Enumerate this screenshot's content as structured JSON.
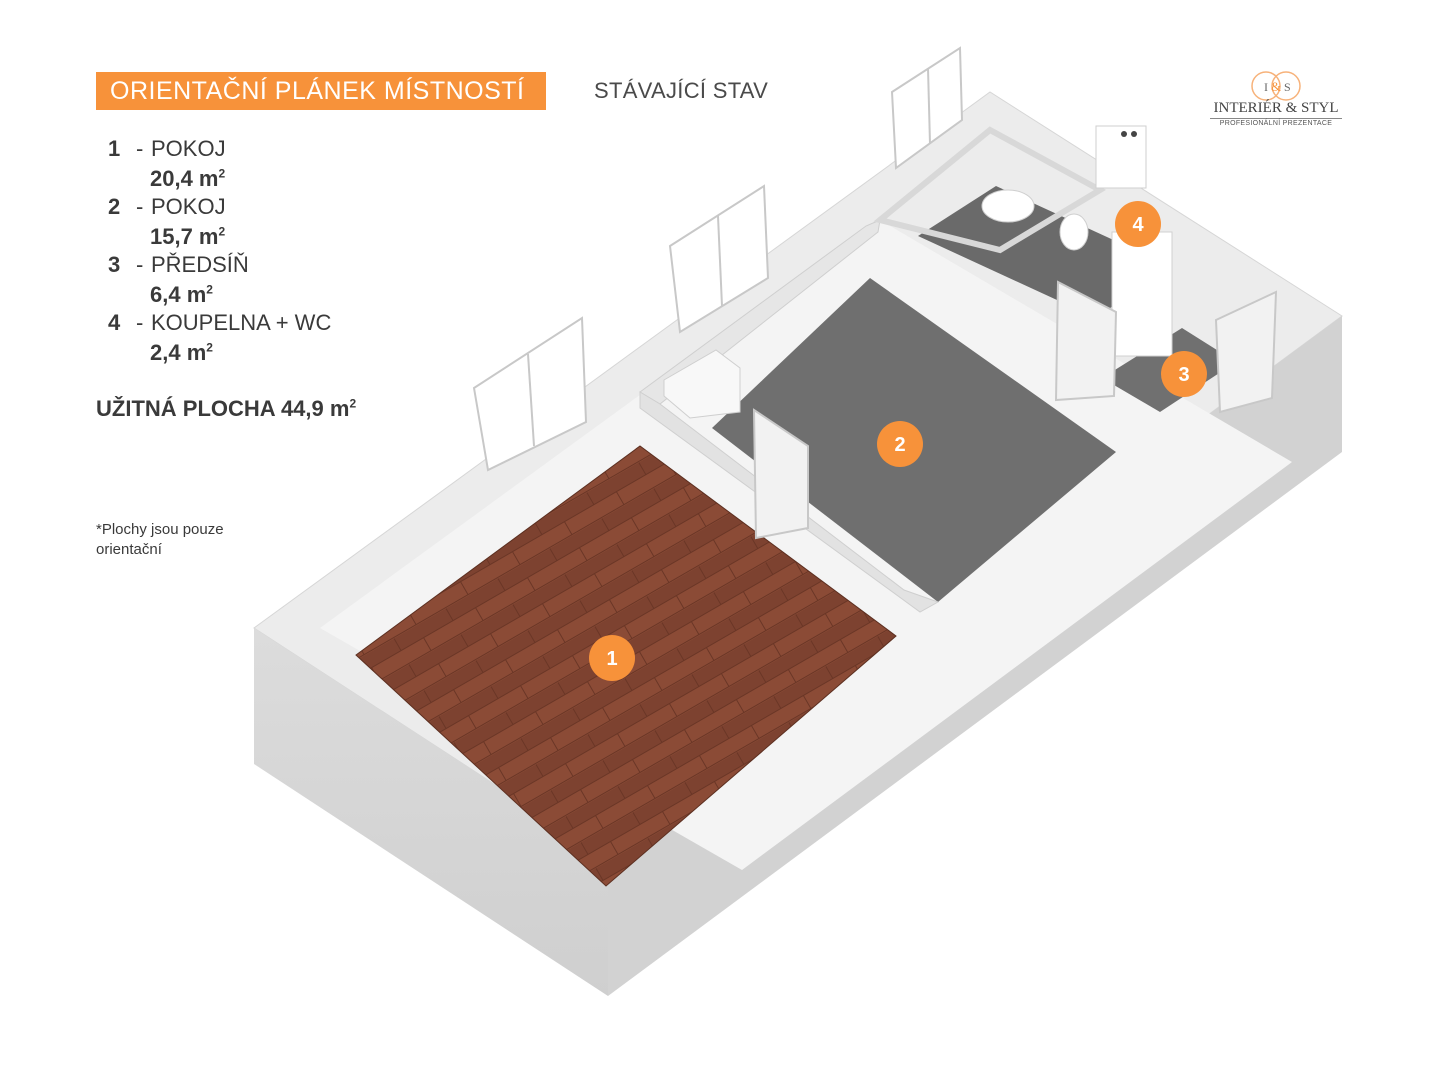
{
  "header": {
    "title": "ORIENTAČNÍ PLÁNEK MÍSTNOSTÍ",
    "subtitle": "STÁVAJÍCÍ STAV"
  },
  "logo": {
    "name": "INTERIÉR & STYL",
    "tagline": "PROFESIONÁLNÍ PREZENTACE",
    "monogram": "I&S"
  },
  "rooms": [
    {
      "number": "1",
      "name": "POKOJ",
      "area": "20,4 m",
      "unit_sup": "2"
    },
    {
      "number": "2",
      "name": "POKOJ",
      "area": "15,7 m",
      "unit_sup": "2"
    },
    {
      "number": "3",
      "name": "PŘEDSÍŇ",
      "area": "6,4 m",
      "unit_sup": "2"
    },
    {
      "number": "4",
      "name": "KOUPELNA + WC",
      "area": "2,4 m",
      "unit_sup": "2"
    }
  ],
  "usable_area": {
    "label": "UŽITNÁ PLOCHA 44,9 m",
    "unit_sup": "2"
  },
  "note": "*Plochy jsou pouze orientační",
  "colors": {
    "accent": "#f7923a",
    "wall": "#e9e9e9",
    "floor_grey": "#6e6e6e",
    "floor_wood": "#8a4a35"
  }
}
